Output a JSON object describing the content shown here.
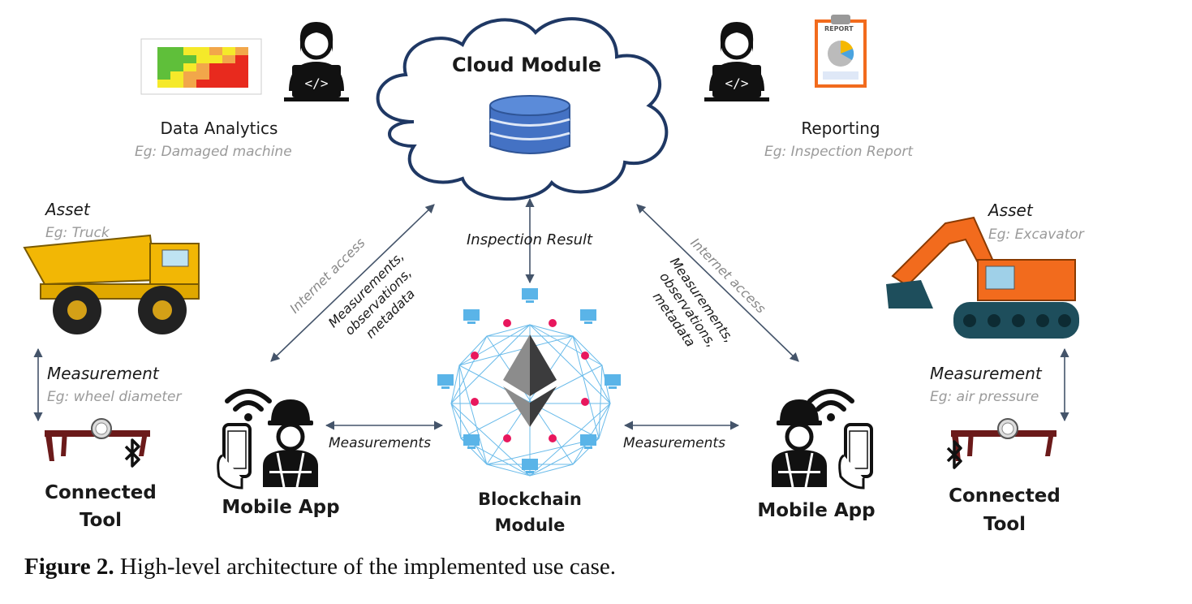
{
  "cloud": {
    "title": "Cloud Module"
  },
  "data_analytics": {
    "title": "Data Analytics",
    "example": "Eg: Damaged machine"
  },
  "reporting": {
    "title": "Reporting",
    "example": "Eg: Inspection Report",
    "icon_text": "REPORT"
  },
  "left": {
    "asset_title": "Asset",
    "asset_example": "Eg: Truck",
    "measurement_title": "Measurement",
    "measurement_example": "Eg: wheel diameter",
    "tool_line1": "Connected",
    "tool_line2": "Tool",
    "mobile_app": "Mobile App",
    "internet_access": "Internet access",
    "data_line1": "Measurements,",
    "data_line2": "observations,",
    "data_line3": "metadata",
    "measurements": "Measurements"
  },
  "right": {
    "asset_title": "Asset",
    "asset_example": "Eg: Excavator",
    "measurement_title": "Measurement",
    "measurement_example": "Eg: air pressure",
    "tool_line1": "Connected",
    "tool_line2": "Tool",
    "mobile_app": "Mobile App",
    "internet_access": "Internet access",
    "data_line1": "Measurements,",
    "data_line2": "observations,",
    "data_line3": "metadata",
    "measurements": "Measurements"
  },
  "inspection_result": "Inspection Result",
  "blockchain": {
    "line1": "Blockchain",
    "line2": "Module"
  },
  "caption": {
    "label": "Figure 2.",
    "text": " High-level architecture of the implemented use case."
  },
  "colors": {
    "cloud_outline": "#1f3864",
    "database": "#4472c4",
    "network": "#5ab4e8",
    "node_dot": "#e8175d",
    "truck": "#f2b705",
    "excavator": "#f26b1d",
    "arrow": "#44546a"
  },
  "icons": [
    "cloud-icon",
    "database-icon",
    "heatmap-icon",
    "developer-laptop-icon",
    "report-clipboard-icon",
    "dump-truck-icon",
    "excavator-icon",
    "caliper-icon",
    "bluetooth-icon",
    "worker-phone-icon",
    "wifi-icon",
    "ethereum-icon"
  ]
}
